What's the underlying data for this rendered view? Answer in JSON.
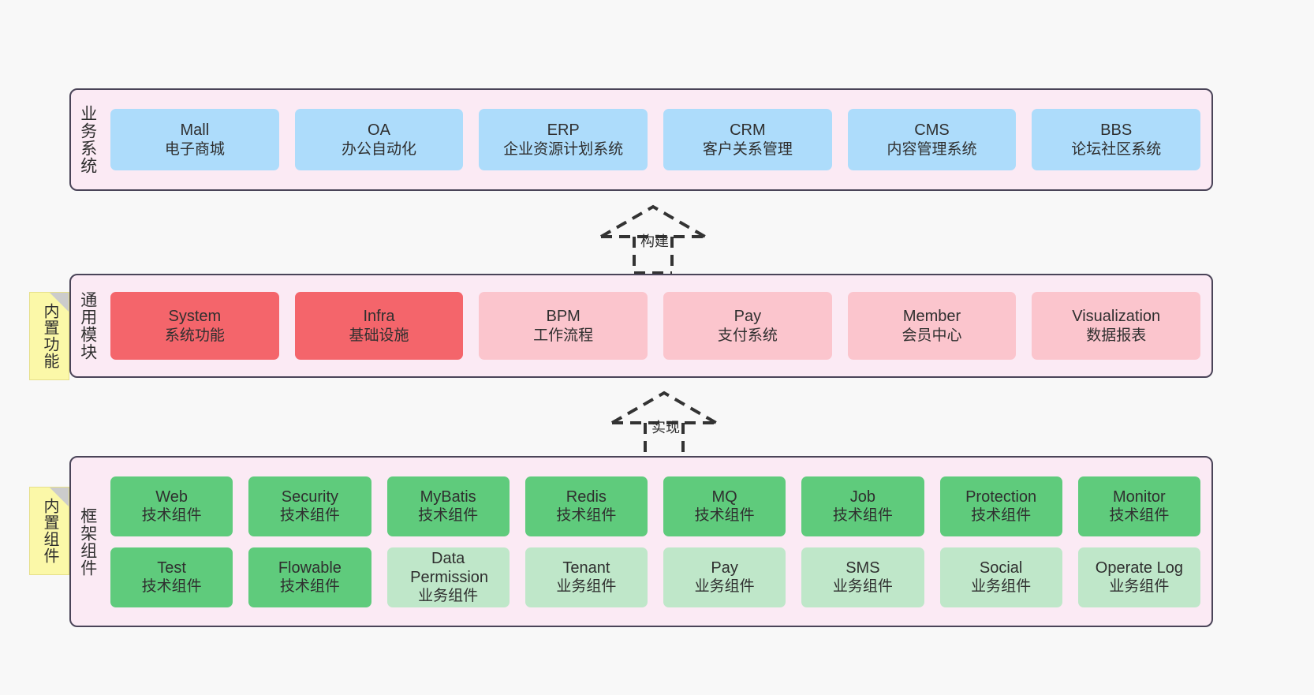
{
  "diagram": {
    "background_color": "#f8f8f8",
    "layer_fill": "#fbeaf4",
    "layer_border": "#4a4458"
  },
  "layers": [
    {
      "id": "business-systems",
      "label": "业务系统",
      "rows": [
        {
          "style": "blue",
          "cards": [
            {
              "name": "Mall",
              "desc": "电子商城"
            },
            {
              "name": "OA",
              "desc": "办公自动化"
            },
            {
              "name": "ERP",
              "desc": "企业资源计划系统"
            },
            {
              "name": "CRM",
              "desc": "客户关系管理"
            },
            {
              "name": "CMS",
              "desc": "内容管理系统"
            },
            {
              "name": "BBS",
              "desc": "论坛社区系统"
            }
          ]
        }
      ]
    },
    {
      "id": "common-modules",
      "label": "通用模块",
      "note": "内置功能",
      "rows": [
        {
          "style": "module",
          "cards": [
            {
              "name": "System",
              "desc": "系统功能",
              "tone": "red"
            },
            {
              "name": "Infra",
              "desc": "基础设施",
              "tone": "red"
            },
            {
              "name": "BPM",
              "desc": "工作流程",
              "tone": "pink"
            },
            {
              "name": "Pay",
              "desc": "支付系统",
              "tone": "pink"
            },
            {
              "name": "Member",
              "desc": "会员中心",
              "tone": "pink"
            },
            {
              "name": "Visualization",
              "desc": "数据报表",
              "tone": "pink"
            }
          ]
        }
      ]
    },
    {
      "id": "framework-components",
      "label": "框架组件",
      "note": "内置组件",
      "rows": [
        {
          "style": "tech",
          "cards": [
            {
              "name": "Web",
              "desc": "技术组件",
              "tone": "green"
            },
            {
              "name": "Security",
              "desc": "技术组件",
              "tone": "green"
            },
            {
              "name": "MyBatis",
              "desc": "技术组件",
              "tone": "green"
            },
            {
              "name": "Redis",
              "desc": "技术组件",
              "tone": "green"
            },
            {
              "name": "MQ",
              "desc": "技术组件",
              "tone": "green"
            },
            {
              "name": "Job",
              "desc": "技术组件",
              "tone": "green"
            },
            {
              "name": "Protection",
              "desc": "技术组件",
              "tone": "green"
            },
            {
              "name": "Monitor",
              "desc": "技术组件",
              "tone": "green"
            }
          ]
        },
        {
          "style": "biz",
          "cards": [
            {
              "name": "Test",
              "desc": "技术组件",
              "tone": "green"
            },
            {
              "name": "Flowable",
              "desc": "技术组件",
              "tone": "green"
            },
            {
              "name": "Data Permission",
              "desc": "业务组件",
              "tone": "greenlight"
            },
            {
              "name": "Tenant",
              "desc": "业务组件",
              "tone": "greenlight"
            },
            {
              "name": "Pay",
              "desc": "业务组件",
              "tone": "greenlight"
            },
            {
              "name": "SMS",
              "desc": "业务组件",
              "tone": "greenlight"
            },
            {
              "name": "Social",
              "desc": "业务组件",
              "tone": "greenlight"
            },
            {
              "name": "Operate Log",
              "desc": "业务组件",
              "tone": "greenlight"
            }
          ]
        }
      ]
    }
  ],
  "arrows": [
    {
      "id": "build",
      "label": "构建"
    },
    {
      "id": "implement",
      "label": "实现"
    }
  ],
  "colors": {
    "blue": "#addcfb",
    "red": "#f4656b",
    "pink": "#fbc5cd",
    "green": "#5fcb7c",
    "green_light": "#bfe7c9",
    "note_yellow": "#fbf8a8",
    "note_fold": "#cccccc"
  }
}
